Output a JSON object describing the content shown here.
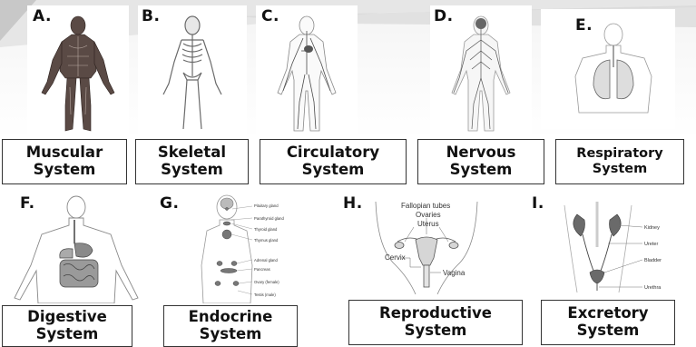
{
  "panels": [
    {
      "letter": "A.",
      "line1": "Muscular",
      "line2": "System"
    },
    {
      "letter": "B.",
      "line1": "Skeletal",
      "line2": "System"
    },
    {
      "letter": "C.",
      "line1": "Circulatory",
      "line2": "System"
    },
    {
      "letter": "D.",
      "line1": "Nervous",
      "line2": "System"
    },
    {
      "letter": "E.",
      "line1": "Respiratory",
      "line2": "System"
    },
    {
      "letter": "F.",
      "line1": "Digestive",
      "line2": "System"
    },
    {
      "letter": "G.",
      "line1": "Endocrine",
      "line2": "System"
    },
    {
      "letter": "H.",
      "line1": "Reproductive",
      "line2": "System"
    },
    {
      "letter": "I.",
      "line1": "Excretory",
      "line2": "System"
    }
  ],
  "endocrine_labels": [
    "Pituitary gland",
    "Parathyroid gland",
    "Thyroid gland",
    "Thymus gland",
    "Adrenal gland",
    "Pancreas",
    "Ovary (female)",
    "Testis (male)"
  ],
  "reproductive_labels": {
    "tubes": "Fallopian tubes",
    "ovaries": "Ovaries",
    "uterus": "Uterus",
    "cervix": "Cervix",
    "vagina": "Vagina"
  },
  "excretory_labels": [
    "Kidney",
    "Ureter",
    "Bladder",
    "Urethra"
  ]
}
